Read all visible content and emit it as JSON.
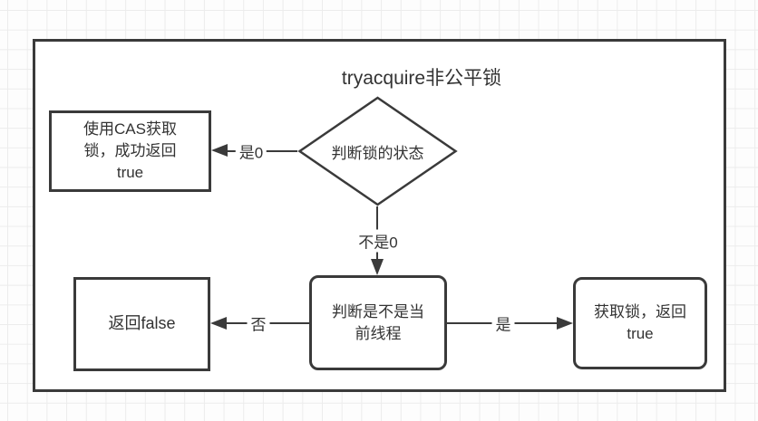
{
  "diagram": {
    "title": "tryacquire非公平锁",
    "nodes": {
      "judge_lock_state": {
        "shape": "diamond",
        "label": "判断锁的状态"
      },
      "cas_acquire": {
        "shape": "rectangle",
        "lines": [
          "使用CAS获取",
          "锁，成功返回",
          "true"
        ]
      },
      "judge_current_thread": {
        "shape": "rounded-rectangle",
        "lines": [
          "判断是不是当",
          "前线程"
        ]
      },
      "return_false": {
        "shape": "rectangle",
        "label": "返回false"
      },
      "acquire_lock": {
        "shape": "rounded-rectangle",
        "lines": [
          "获取锁，返回",
          "true"
        ]
      }
    },
    "edges": {
      "is_zero": {
        "label": "是0",
        "from": "judge_lock_state",
        "to": "cas_acquire"
      },
      "not_zero": {
        "label": "不是0",
        "from": "judge_lock_state",
        "to": "judge_current_thread"
      },
      "no": {
        "label": "否",
        "from": "judge_current_thread",
        "to": "return_false"
      },
      "yes": {
        "label": "是",
        "from": "judge_current_thread",
        "to": "acquire_lock"
      }
    },
    "colors": {
      "stroke": "#3a3a3a",
      "text": "#333333",
      "canvas_bg": "#ffffff",
      "grid_line": "#ececec",
      "page_bg": "#fdfdfd"
    }
  }
}
